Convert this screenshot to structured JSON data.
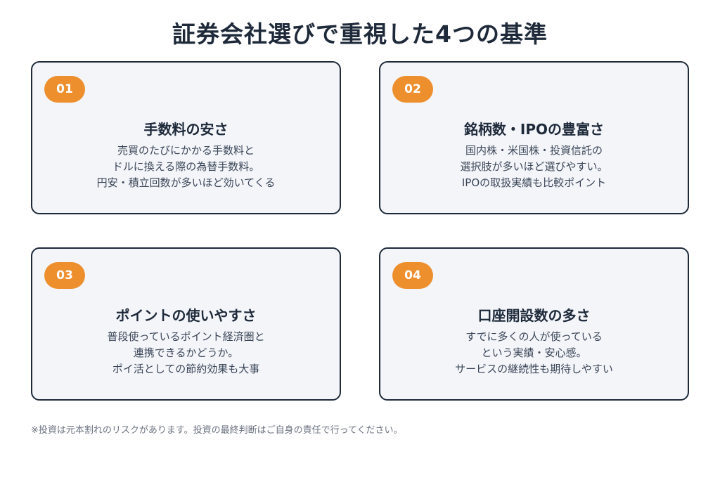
{
  "title": "証券会社選びで重視した4つの基準",
  "cards": [
    {
      "badge": "01",
      "heading": "手数料の安さ",
      "lines": [
        "売買のたびにかかる手数料と",
        "ドルに換える際の為替手数料。",
        "円安・積立回数が多いほど効いてくる"
      ]
    },
    {
      "badge": "02",
      "heading": "銘柄数・IPOの豊富さ",
      "lines": [
        "国内株・米国株・投資信託の",
        "選択肢が多いほど選びやすい。",
        "IPOの取扱実績も比較ポイント"
      ]
    },
    {
      "badge": "03",
      "heading": "ポイントの使いやすさ",
      "lines": [
        "普段使っているポイント経済圏と",
        "連携できるかどうか。",
        "ポイ活としての節約効果も大事"
      ]
    },
    {
      "badge": "04",
      "heading": "口座開設数の多さ",
      "lines": [
        "すでに多くの人が使っている",
        "という実績・安心感。",
        "サービスの継続性も期待しやすい"
      ]
    }
  ],
  "footnote": "※投資は元本割れのリスクがあります。投資の最終判断はご自身の責任で行ってください。",
  "colors": {
    "accent": "#ee8f2e",
    "text": "#1e2a3a",
    "card_bg": "#f3f5f9"
  }
}
